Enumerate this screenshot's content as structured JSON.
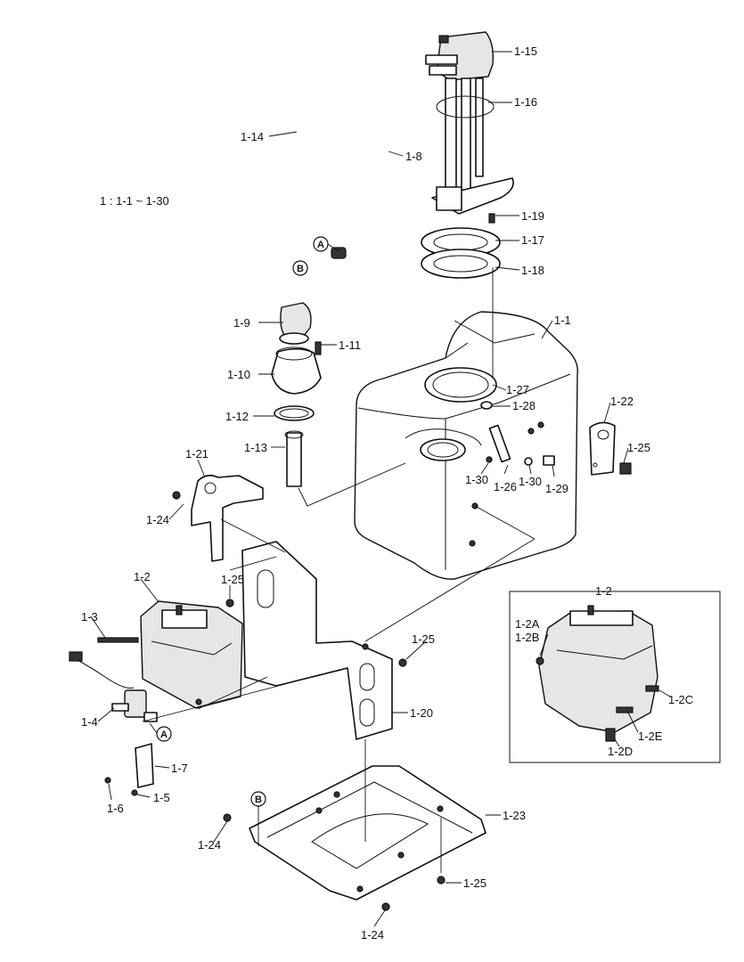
{
  "range_note": "1 : 1-1 ~ 1-30",
  "callouts": {
    "c1_15": "1-15",
    "c1_16": "1-16",
    "c1_14": "1-14",
    "c1_8": "1-8",
    "c1_19": "1-19",
    "c1_17": "1-17",
    "c1_18": "1-18",
    "c1_9": "1-9",
    "c1_11": "1-11",
    "c1_10": "1-10",
    "c1_12": "1-12",
    "c1_13": "1-13",
    "c1_1": "1-1",
    "c1_27": "1-27",
    "c1_28": "1-28",
    "c1_22": "1-22",
    "c1_25a": "1-25",
    "c1_30a": "1-30",
    "c1_26": "1-26",
    "c1_30b": "1-30",
    "c1_29": "1-29",
    "c1_21": "1-21",
    "c1_24a": "1-24",
    "c1_2": "1-2",
    "c1_25b": "1-25",
    "c1_3": "1-3",
    "c1_25c": "1-25",
    "c1_4": "1-4",
    "c1_20": "1-20",
    "c1_7": "1-7",
    "c1_6": "1-6",
    "c1_5": "1-5",
    "c1_23": "1-23",
    "c1_24b": "1-24",
    "c1_25d": "1-25",
    "c1_24c": "1-24"
  },
  "inset": {
    "title": "1-2",
    "labels": {
      "a": "1-2A",
      "b": "1-2B",
      "c": "1-2C",
      "e": "1-2E",
      "d": "1-2D"
    }
  },
  "connectors": {
    "a": "A",
    "b": "B"
  }
}
